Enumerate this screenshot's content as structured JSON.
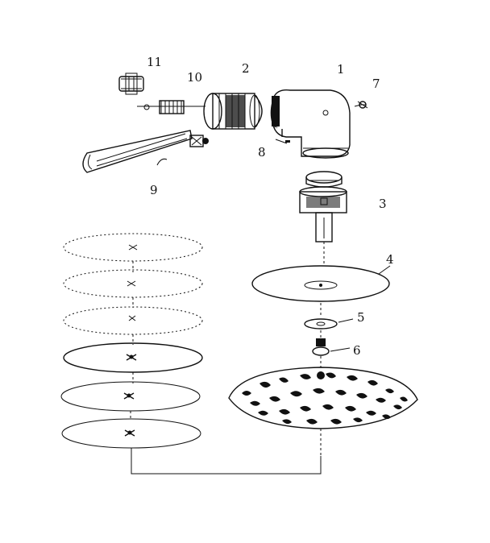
{
  "diagram": {
    "callouts": {
      "part_1": "1",
      "part_2": "2",
      "part_3": "3",
      "part_4": "4",
      "part_5": "5",
      "part_6": "6",
      "part_7": "7",
      "part_8": "8",
      "part_9": "9",
      "part_10": "10",
      "part_11": "11"
    },
    "ink_color": "#111111",
    "background_color": "#ffffff"
  }
}
